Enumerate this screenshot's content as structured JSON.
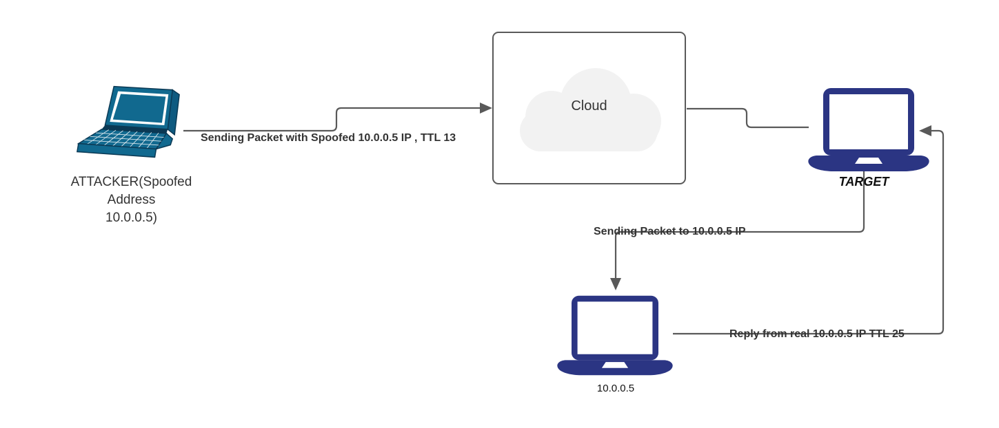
{
  "colors": {
    "bg": "#ffffff",
    "line": "#595959",
    "navy": "#2b3583",
    "teal": "#11698f",
    "teal-dark": "#0b3954",
    "teal-side": "#0e5a80",
    "cloud-fill": "#f2f2f2",
    "text": "#333333"
  },
  "diagram": {
    "nodes": {
      "attacker": {
        "label": "ATTACKER(Spoofed\nAddress\n10.0.0.5)"
      },
      "cloud": {
        "label": "Cloud"
      },
      "target": {
        "label": "TARGET"
      },
      "real_host": {
        "label": "10.0.0.5"
      }
    },
    "edges": {
      "attacker_to_cloud": {
        "label": "Sending Packet with Spoofed 10.0.0.5 IP , TTL 13"
      },
      "target_to_real_host": {
        "label": "Sending Packet to 10.0.0.5 IP"
      },
      "real_host_to_target": {
        "label": "Reply from real 10.0.0.5 IP TTL 25"
      }
    }
  }
}
